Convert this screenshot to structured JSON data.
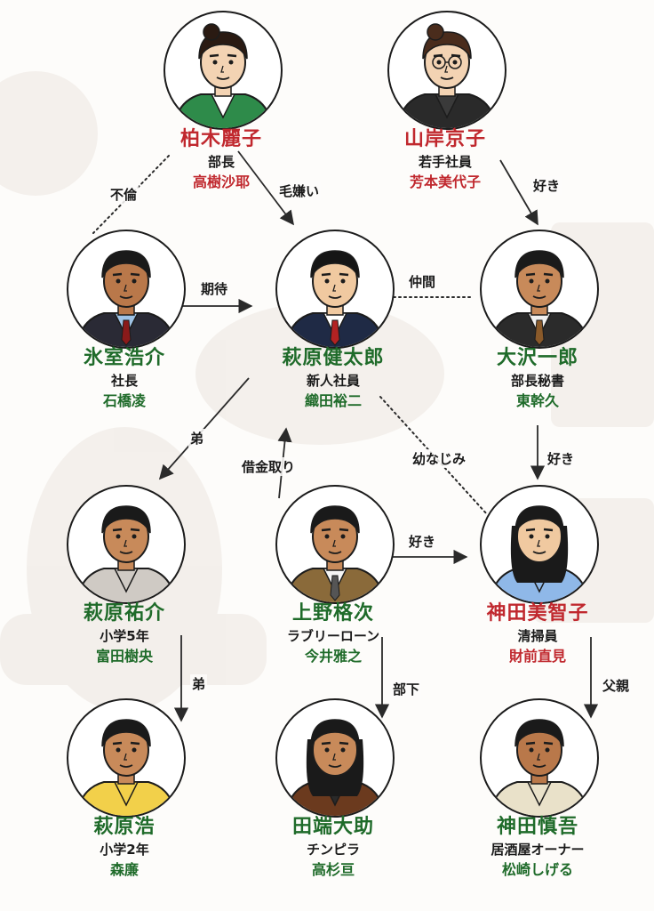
{
  "colors": {
    "green": "#1f6b2a",
    "red": "#c0282e",
    "line": "#2a2a2a"
  },
  "characters": [
    {
      "id": "kashiwagi",
      "name": "柏木麗子",
      "role": "部長",
      "actor": "高樹沙耶",
      "color": "red",
      "icon": "woman-green-jacket-portrait"
    },
    {
      "id": "yamagishi",
      "name": "山岸京子",
      "role": "若手社員",
      "actor": "芳本美代子",
      "color": "red",
      "icon": "woman-glasses-portrait"
    },
    {
      "id": "himuro",
      "name": "氷室浩介",
      "role": "社長",
      "actor": "石橋凌",
      "color": "green",
      "icon": "man-suit-portrait"
    },
    {
      "id": "hagiwara_kentaro",
      "name": "萩原健太郎",
      "role": "新人社員",
      "actor": "織田裕二",
      "color": "green",
      "icon": "young-man-suit-portrait"
    },
    {
      "id": "osawa",
      "name": "大沢一郎",
      "role": "部長秘書",
      "actor": "東幹久",
      "color": "green",
      "icon": "smiling-man-suit-portrait"
    },
    {
      "id": "hagiwara_yusuke",
      "name": "萩原祐介",
      "role": "小学5年",
      "actor": "富田樹央",
      "color": "green",
      "icon": "boy-portrait"
    },
    {
      "id": "ueno",
      "name": "上野格次",
      "role": "ラブリーローン",
      "actor": "今井雅之",
      "color": "green",
      "icon": "man-tan-suit-portrait"
    },
    {
      "id": "kanda_michiko",
      "name": "神田美智子",
      "role": "清掃員",
      "actor": "財前直見",
      "color": "red",
      "icon": "woman-blue-shirt-portrait"
    },
    {
      "id": "hagiwara_hiroshi",
      "name": "萩原浩",
      "role": "小学2年",
      "actor": "森廉",
      "color": "green",
      "icon": "small-boy-portrait"
    },
    {
      "id": "tabata",
      "name": "田端大助",
      "role": "チンピラ",
      "actor": "高杉亘",
      "color": "green",
      "icon": "long-hair-man-portrait"
    },
    {
      "id": "kanda_shingo",
      "name": "神田慎吾",
      "role": "居酒屋オーナー",
      "actor": "松崎しげる",
      "color": "green",
      "icon": "man-aloha-shirt-portrait"
    }
  ],
  "relations": [
    {
      "from": "kashiwagi",
      "to": "himuro",
      "label": "不倫",
      "style": "dotted"
    },
    {
      "from": "kashiwagi",
      "to": "hagiwara_kentaro",
      "label": "毛嫌い",
      "style": "arrow"
    },
    {
      "from": "yamagishi",
      "to": "osawa",
      "label": "好き",
      "style": "arrow"
    },
    {
      "from": "himuro",
      "to": "hagiwara_kentaro",
      "label": "期待",
      "style": "arrow"
    },
    {
      "from": "hagiwara_kentaro",
      "to": "osawa",
      "label": "仲間",
      "style": "dotted"
    },
    {
      "from": "hagiwara_kentaro",
      "to": "hagiwara_yusuke",
      "label": "弟",
      "style": "arrow"
    },
    {
      "from": "ueno",
      "to": "hagiwara_kentaro",
      "label": "借金取り",
      "style": "arrow"
    },
    {
      "from": "hagiwara_kentaro",
      "to": "kanda_michiko",
      "label": "幼なじみ",
      "style": "dotted"
    },
    {
      "from": "osawa",
      "to": "kanda_michiko",
      "label": "好き",
      "style": "arrow"
    },
    {
      "from": "ueno",
      "to": "kanda_michiko",
      "label": "好き",
      "style": "arrow"
    },
    {
      "from": "hagiwara_yusuke",
      "to": "hagiwara_hiroshi",
      "label": "弟",
      "style": "arrow"
    },
    {
      "from": "ueno",
      "to": "tabata",
      "label": "部下",
      "style": "arrow"
    },
    {
      "from": "kanda_michiko",
      "to": "kanda_shingo",
      "label": "父親",
      "style": "arrow"
    }
  ]
}
